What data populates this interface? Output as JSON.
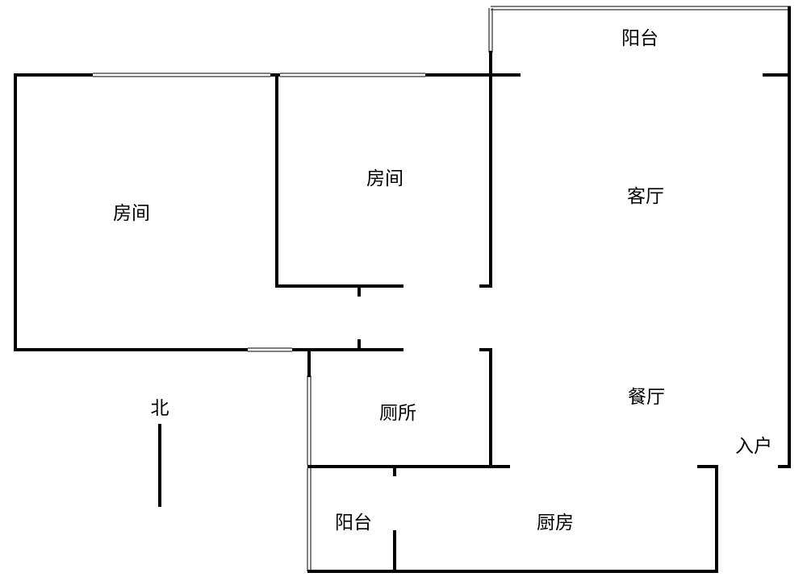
{
  "rooms": {
    "balcony_top": "阳台",
    "bedroom_large": "房间",
    "bedroom_small": "房间",
    "living_room": "客厅",
    "dining_room": "餐厅",
    "toilet": "厕所",
    "entrance": "入户",
    "balcony_bottom": "阳台",
    "kitchen": "厨房"
  },
  "compass": {
    "north_label": "北"
  }
}
